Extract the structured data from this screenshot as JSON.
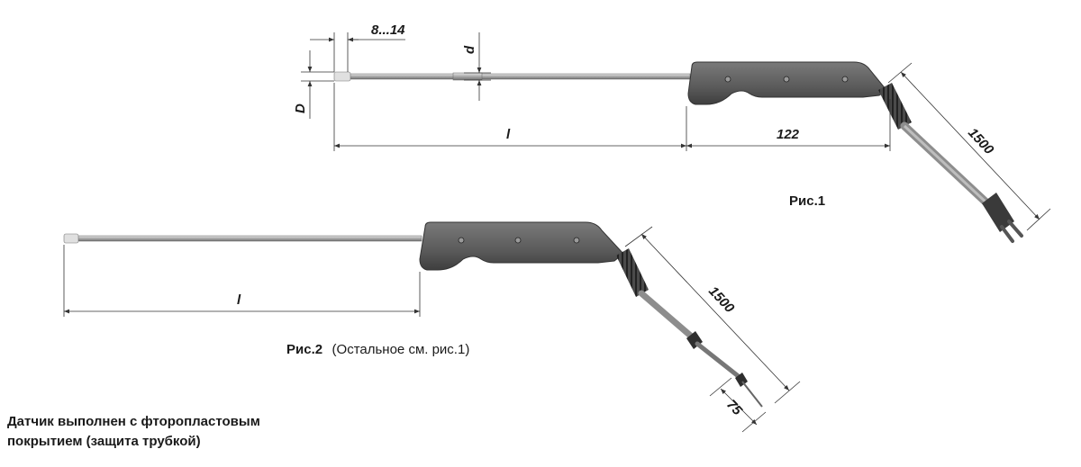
{
  "figure1": {
    "caption": "Рис.1",
    "dims": {
      "tip_length": "8...14",
      "small_diameter": "d",
      "big_diameter": "D",
      "probe_length": "l",
      "handle_length": "122",
      "cable_length": "1500"
    }
  },
  "figure2": {
    "caption": "Рис.2",
    "caption_note": "(Остальное см. рис.1)",
    "dims": {
      "probe_length": "l",
      "cable_length": "1500",
      "tip_length": "75"
    }
  },
  "note": {
    "line1": "Датчик выполнен с фторопластовым",
    "line2": "покрытием (защита трубкой)"
  },
  "colors": {
    "handle": "#5e5e5e",
    "handle_dark": "#3c3c3c",
    "rod": "#a9a9a9",
    "cable": "#8d8d8d",
    "line": "#333333"
  }
}
